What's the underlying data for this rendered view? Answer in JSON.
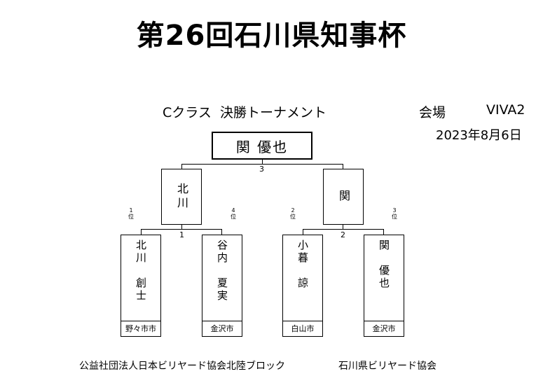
{
  "title": "第26回石川県知事杯",
  "subtitle": "Cクラス  決勝トーナメント",
  "venue_label": "会場",
  "venue_value": "VIVA2",
  "date": "2023年8月6日",
  "winner": "関 優也",
  "final_score": "3",
  "semifinals": [
    {
      "name": "北川",
      "score": "1"
    },
    {
      "name": "関",
      "score": "2"
    }
  ],
  "players": [
    {
      "rank": "1\n位",
      "name": "北川 創士",
      "name_display": "北川　創士",
      "city": "野々市市"
    },
    {
      "rank": "4\n位",
      "name": "谷内 夏実",
      "name_display": "谷内　夏実",
      "city": "金沢市"
    },
    {
      "rank": "2\n位",
      "name": "小暮 諒",
      "name_display": "小暮　諒",
      "city": "白山市"
    },
    {
      "rank": "3\n位",
      "name": "関 優也",
      "name_display": "関　優也",
      "city": "金沢市"
    }
  ],
  "footer": {
    "left": "公益社団法人日本ビリヤード協会北陸ブロック",
    "right": "石川県ビリヤード協会"
  }
}
